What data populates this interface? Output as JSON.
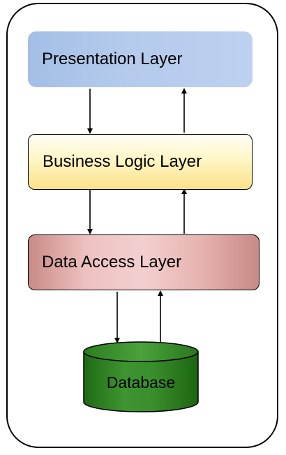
{
  "layers": {
    "presentation": "Presentation Layer",
    "business_logic": "Business Logic Layer",
    "data_access": "Data Access Layer"
  },
  "database": {
    "label": "Database"
  },
  "colors": {
    "presentation_fill": "#b5cbec",
    "business_fill": "#fff3b8",
    "data_access_fill": "#e8b8b5",
    "database_fill": "#3d8f2d"
  }
}
